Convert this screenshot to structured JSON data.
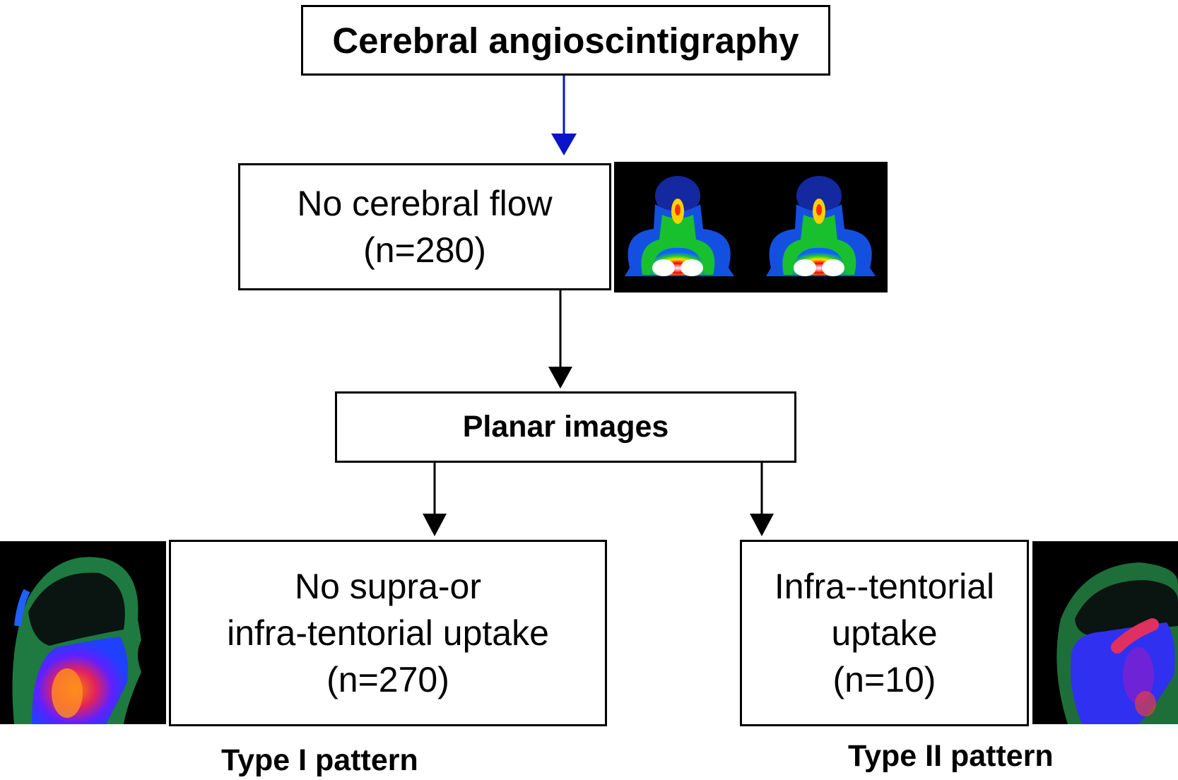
{
  "nodes": {
    "top": {
      "label": "Cerebral angioscintigraphy"
    },
    "no_flow": {
      "line1": "No cerebral flow",
      "line2": "(n=280)"
    },
    "planar": {
      "label": "Planar images"
    },
    "type1": {
      "line1": "No supra-or",
      "line2": "infra-tentorial uptake",
      "line3": "(n=270)"
    },
    "type2": {
      "line1": "Infra--tentorial",
      "line2": "uptake",
      "line3": "(n=10)"
    }
  },
  "captions": {
    "type1": "Type I pattern",
    "type2": "Type II pattern"
  },
  "colors": {
    "first_arrow": "#0a14c8",
    "arrows": "#000000",
    "scan_bg": "#000000"
  },
  "images": {
    "frontal_scans": "anterior planar scintigraphy images (two views)",
    "type1_scan": "lateral head scintigraphy, no intracranial uptake",
    "type2_scan": "lateral head scintigraphy, infra-tentorial uptake"
  }
}
